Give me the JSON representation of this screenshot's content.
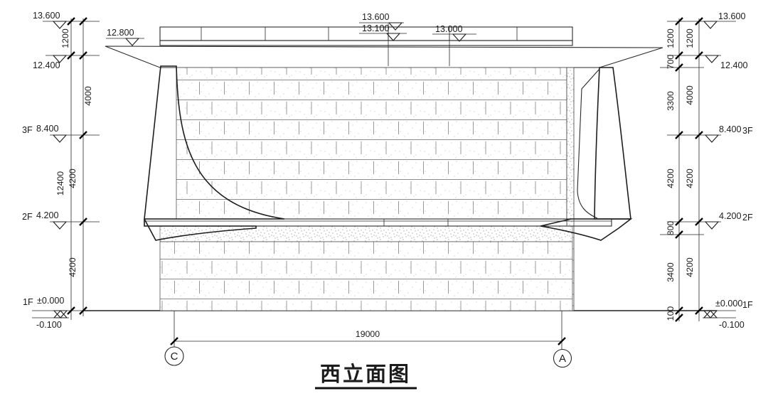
{
  "title": "西立面图",
  "left": {
    "lv13600": "13.600",
    "lv12800": "12.800",
    "lv12400": "12.400",
    "fl3": "3F",
    "lv8400": "8.400",
    "fl2": "2F",
    "lv4200": "4.200",
    "fl1": "1F",
    "lv0": "±0.000",
    "lvm100": "-0.100",
    "dim_outer_top": "1200",
    "dim_outer_total": "12400",
    "dim_f3": "4000",
    "dim_f2": "4200",
    "dim_f1": "4200"
  },
  "top": {
    "lv13600": "13.600",
    "lv13100": "13.100",
    "lv13000": "13.000"
  },
  "right": {
    "lv13600": "13.600",
    "lv12400": "12.400",
    "lv8400": "8.400",
    "fl3": "3F",
    "lv4200": "4.200",
    "fl2": "2F",
    "lv0": "±0.000",
    "fl1": "1F",
    "lvm100": "-0.100",
    "inner": [
      "1200",
      "700",
      "3300",
      "4200",
      "800",
      "3400",
      "100"
    ],
    "outer": [
      "1200",
      "4000",
      "4200",
      "4200"
    ]
  },
  "bottom": {
    "span": "19000",
    "grid_c": "C",
    "grid_a": "A"
  }
}
